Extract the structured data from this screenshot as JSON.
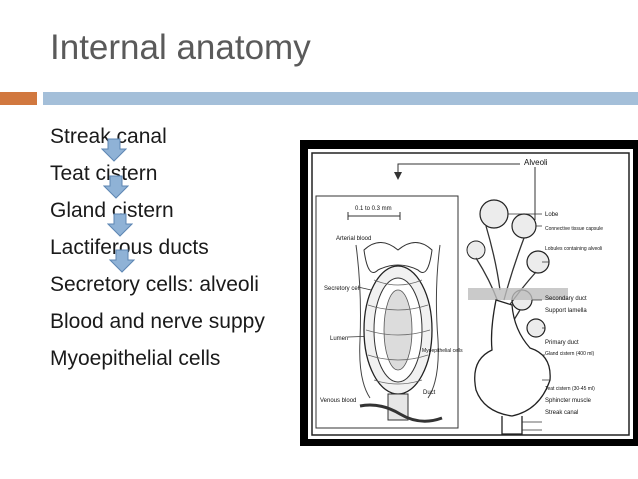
{
  "slide": {
    "title": "Internal anatomy",
    "bullets": [
      "Streak canal",
      "Teat cistern",
      "Gland cistern",
      "Lactiferous ducts",
      "Secretory cells: alveoli",
      "Blood and nerve suppy",
      "Myoepithelial cells"
    ]
  },
  "colors": {
    "title": "#5a5a5a",
    "accent_orange": "#d1783f",
    "accent_blue": "#a4bfd9",
    "arrow_fill": "#8fb2d6",
    "arrow_stroke": "#5d86b3"
  },
  "diagram": {
    "top_label": "Alveoli",
    "scale": "0.1 to 0.3 mm",
    "left_labels": [
      "Arterial blood",
      "Secretory cell",
      "Lumen",
      "Venous blood"
    ],
    "inner_labels": [
      "Myoepithelial cells",
      "Duct"
    ],
    "right_labels": [
      "Lobe",
      "Connective tissue capsule",
      "Lobules containing alveoli",
      "Secondary duct",
      "Support lamella",
      "Primary duct",
      "Gland cistern (400 ml)",
      "Teat cistern (30-45 ml)",
      "Sphincter muscle",
      "Streak canal"
    ]
  }
}
